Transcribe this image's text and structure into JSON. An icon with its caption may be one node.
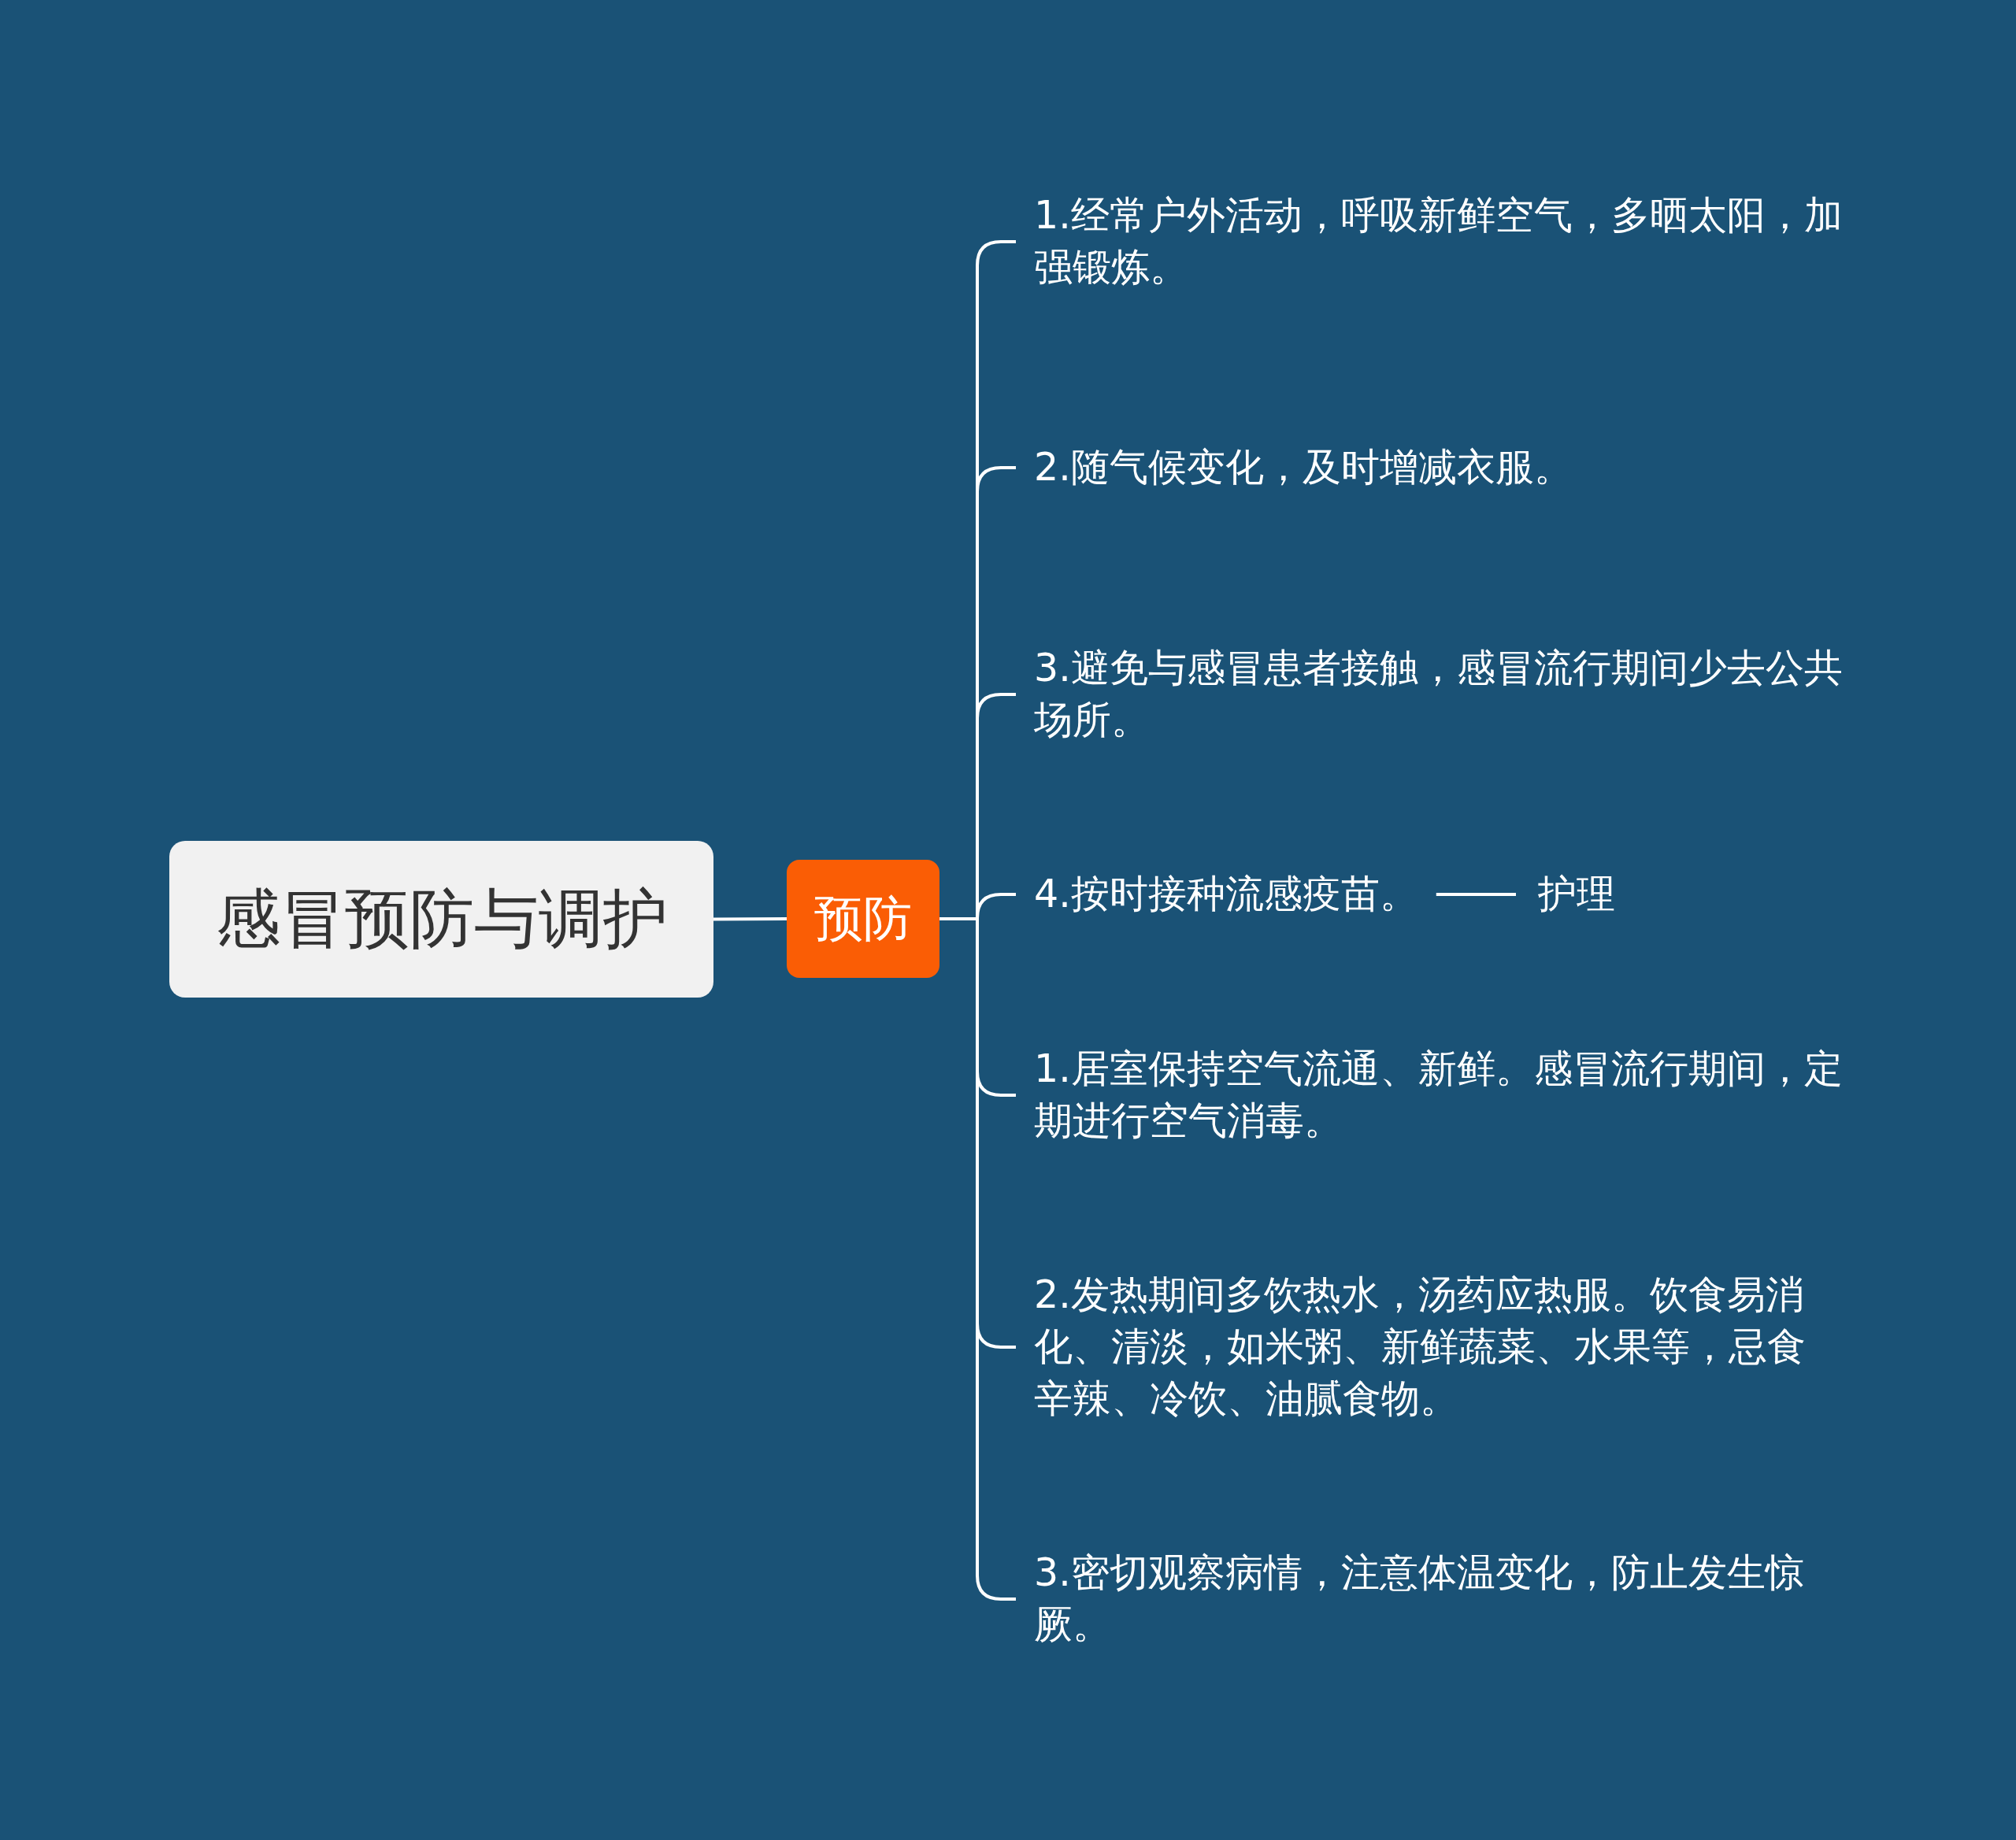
{
  "diagram": {
    "nodes": [
      {
        "text": [
          "感冒预防与调护"
        ]
      },
      {
        "text": [
          "预防"
        ]
      },
      {
        "text": [
          "1.经常户外活动，呼吸新鲜空气，多晒太阳，加强锻炼。"
        ]
      },
      {
        "text": [
          "2.随气候变化，及时增减衣服。"
        ]
      },
      {
        "text": [
          "3.避免与感冒患者接触，感冒流行期间少去公共场所。"
        ]
      },
      {
        "text": [
          "4.按时接种流感疫苗。"
        ]
      },
      {
        "text": [
          "护理"
        ]
      },
      {
        "text": [
          "1.居室保持空气流通、新鲜。感冒流行期间，定期进行空气消毒。"
        ]
      },
      {
        "text": [
          "2.发热期间多饮热水，汤药应热服。饮食易消化、清淡，如米粥、新鲜蔬菜、水果等，忌食辛辣、冷饮、油腻食物。"
        ]
      },
      {
        "text": [
          "3.密切观察病情，注意体温变化，防止发生惊厥。"
        ]
      }
    ],
    "edges": [
      {
        "from": 0,
        "to": 1,
        "arrow": "none"
      },
      {
        "from": 1,
        "to": 2,
        "arrow": "none"
      },
      {
        "from": 1,
        "to": 3,
        "arrow": "none"
      },
      {
        "from": 1,
        "to": 4,
        "arrow": "none"
      },
      {
        "from": 1,
        "to": 5,
        "arrow": "none"
      },
      {
        "from": 1,
        "to": 7,
        "arrow": "none"
      },
      {
        "from": 1,
        "to": 8,
        "arrow": "none"
      },
      {
        "from": 1,
        "to": 9,
        "arrow": "none"
      },
      {
        "from": 5,
        "to": 6,
        "arrow": "none"
      }
    ]
  }
}
